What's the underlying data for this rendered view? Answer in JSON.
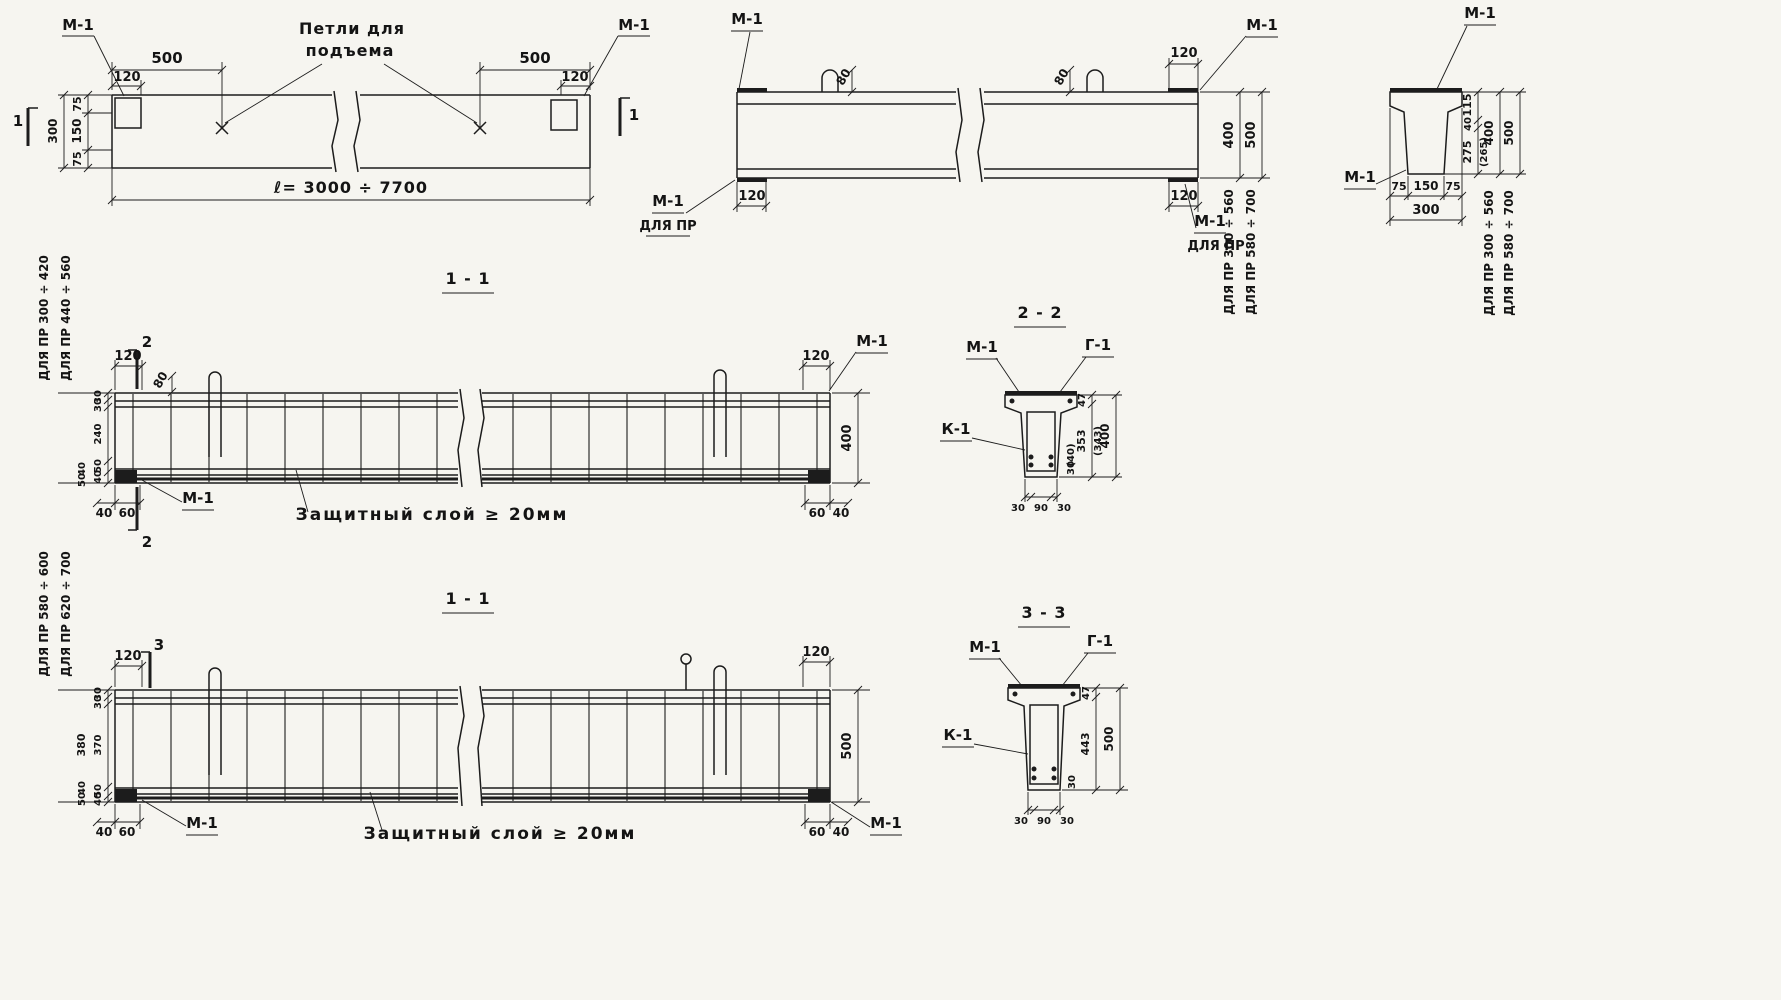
{
  "plan": {
    "m1_left": "М-1",
    "m1_right": "М-1",
    "dim_500_left": "500",
    "dim_120_left": "120",
    "dim_500_right": "500",
    "dim_120_right": "120",
    "lift_loops_line1": "Петли для",
    "lift_loops_line2": "подъема",
    "v_75_top": "75",
    "v_150": "150",
    "v_75_bottom": "75",
    "v_300_total": "300",
    "overall_length": "ℓ= 3000 ÷ 7700",
    "cut_mark_left": "1",
    "cut_mark_right": "1"
  },
  "elevation": {
    "m1_top_left": "М-1",
    "m1_top_right": "М-1",
    "m1_bottom_left": "М-1",
    "for_pr_bottom_left": "ДЛЯ ПР",
    "m1_bottom_right": "М-1",
    "for_pr_bottom_right": "ДЛЯ ПР",
    "loop_height_left": "80",
    "loop_height_right": "80",
    "dim_120_top_right": "120",
    "dim_120_bottom_left": "120",
    "dim_120_bottom_right": "120",
    "height_400": "400",
    "height_500": "500",
    "range_400": "ДЛЯ ПР 300 ÷ 560",
    "range_500": "ДЛЯ ПР 580 ÷ 700"
  },
  "profile": {
    "m1_top": "М-1",
    "m1_left": "М-1",
    "d115": "115",
    "d40": "40",
    "d275": "275",
    "d265_alt": "(265)",
    "h400": "400",
    "h500": "500",
    "b75_left": "75",
    "b150": "150",
    "b75_right": "75",
    "b300": "300",
    "range_400": "ДЛЯ ПР 300 ÷ 560",
    "range_500": "ДЛЯ ПР 580 ÷ 700"
  },
  "sec11a": {
    "title": "1 - 1",
    "cut_top": "2",
    "cut_bottom": "2",
    "dim_120_left": "120",
    "loop_height": "80",
    "dim_120_right": "120",
    "m1_top_right": "М-1",
    "height": "400",
    "b40_left": "40",
    "b60_left": "60",
    "b60_right": "60",
    "b40_right": "40",
    "m1_bottom_left": "М-1",
    "cover_note": "Защитный  слой ≥ 20мм",
    "chain": [
      "30",
      "30",
      "240",
      "50",
      "40"
    ],
    "chain_outer": [
      "40",
      "50"
    ],
    "range_a": "ДЛЯ ПР 300 ÷ 420",
    "range_b": "ДЛЯ ПР 440 ÷ 560"
  },
  "sec22": {
    "title": "2 - 2",
    "m1": "М-1",
    "g1": "Г-1",
    "k1": "К-1",
    "d47": "47",
    "d353": "353",
    "d343_alt": "(343)",
    "h400": "400",
    "cover30": "30",
    "cover40_alt": "(40)",
    "b30_left": "30",
    "b90": "90",
    "b30_right": "30"
  },
  "sec11b": {
    "title": "1 - 1",
    "cut_top": "3",
    "dim_120_left": "120",
    "dim_120_right": "120",
    "height": "500",
    "b40_left": "40",
    "b60_left": "60",
    "b60_right": "60",
    "b40_right": "40",
    "m1_bottom_left": "М-1",
    "m1_bottom_right": "М-1",
    "cover_note": "Защитный  слой ≥ 20мм",
    "chain": [
      "30",
      "30",
      "370",
      "50",
      "40"
    ],
    "chain_outer": [
      "380",
      "40",
      "50"
    ],
    "range_a": "ДЛЯ ПР 580 ÷ 600",
    "range_b": "ДЛЯ ПР 620 ÷ 700"
  },
  "sec33": {
    "title": "3 - 3",
    "m1": "М-1",
    "g1": "Г-1",
    "k1": "К-1",
    "d47": "47",
    "d443": "443",
    "h500": "500",
    "cover30": "30",
    "b30_left": "30",
    "b90": "90",
    "b30_right": "30"
  }
}
